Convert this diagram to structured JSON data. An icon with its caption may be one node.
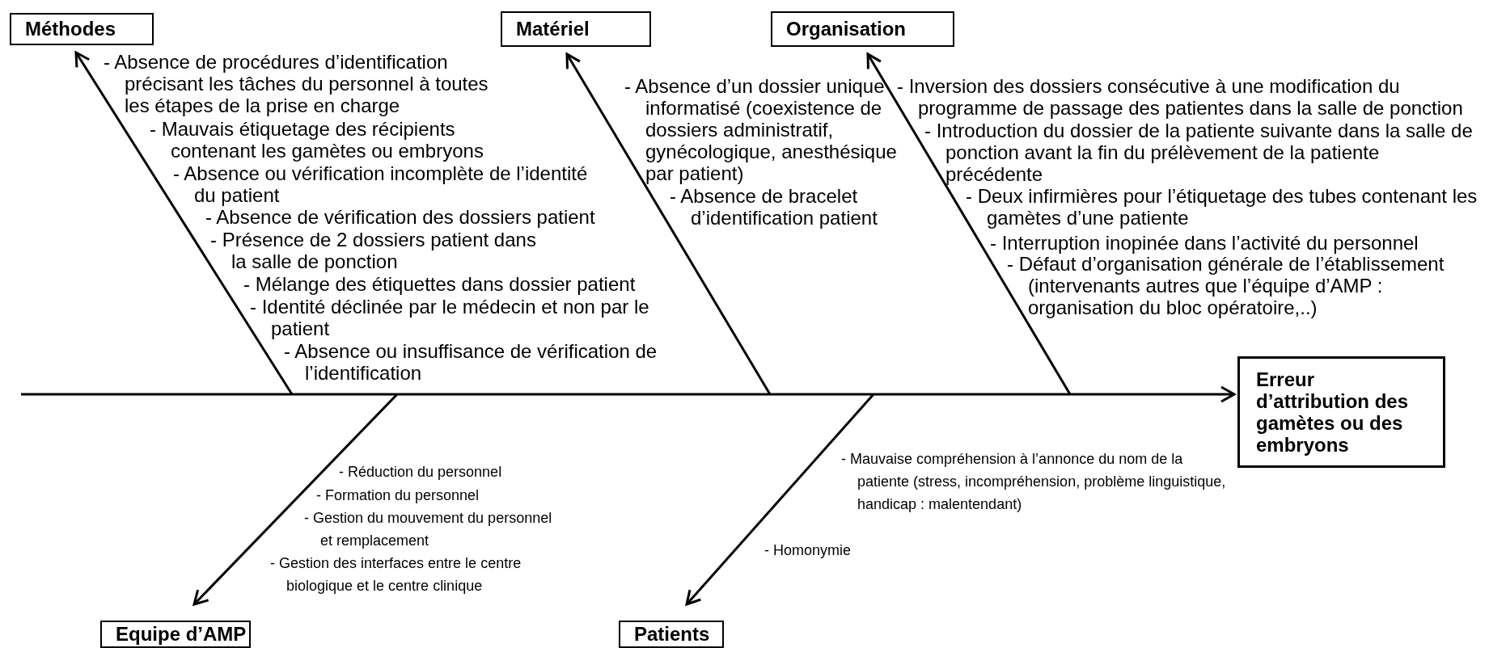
{
  "diagram": {
    "nodes": [
      {
        "text": [
          "Méthodes"
        ]
      },
      {
        "text": [
          "Matériel"
        ],
        "beside": [
          "- Absence d’un dossier unique informatisé (coexistence de dossiers administratif, gynécologique, anesthésique par patient)",
          "- Absence de bracelet d’identification patient"
        ]
      },
      {
        "text": [
          "Organisation"
        ],
        "beside": [
          "- Inversion des dossiers consécutive à une modification du programme de passage des patientes dans la salle de ponction",
          "- Introduction du dossier de la patiente suivante dans la salle de ponction avant la fin du prélèvement de la patiente précédente",
          "- Deux infirmières pour l’étiquetage des tubes contenant les gamètes d’une patiente",
          "- Interruption inopinée dans l’activité du personnel",
          "- Défaut d’organisation générale de l’établissement (intervenants autres que l’équipe d’AMP : organisation du bloc opératoire,..)"
        ]
      },
      {
        "text": [
          "Erreur d’attribution des gamètes ou des embryons"
        ]
      },
      {
        "text": [
          "Equipe d’AMP"
        ],
        "beside": [
          "- Réduction du personnel",
          "- Formation du personnel",
          "- Gestion du mouvement du personnel et remplacement",
          "- Gestion des interfaces entre le centre biologique et le centre clinique"
        ]
      },
      {
        "text": [
          "Patients"
        ]
      }
    ],
    "edges": [
      {
        "from": null,
        "to": 3,
        "arrow": "to"
      },
      {
        "from": null,
        "to": 0,
        "arrow": "to"
      },
      {
        "from": null,
        "to": 1,
        "arrow": "to"
      },
      {
        "from": null,
        "to": 2,
        "arrow": "to"
      },
      {
        "from": null,
        "to": 4,
        "arrow": "to"
      },
      {
        "from": null,
        "to": 5,
        "arrow": "to"
      }
    ],
    "labels": [
      "- Absence de procédures d’identification précisant les tâches du personnel à toutes les étapes de la prise en charge",
      "- Mauvais étiquetage des récipients contenant les gamètes ou embryons",
      "- Absence ou vérification incomplète de l’identité du patient",
      "- Absence de vérification des dossiers patient",
      "- Présence de 2 dossiers patient dans la salle de ponction",
      "- Mélange des étiquettes dans dossier patient",
      "- Identité déclinée par le médecin et non par le patient",
      "- Absence ou insuffisance de vérification de l’identification",
      "- Mauvaise compréhension à l’annonce du nom de la patiente (stress, incompréhension, problème linguistique, handicap : malentendant)",
      "- Homonymie"
    ]
  }
}
